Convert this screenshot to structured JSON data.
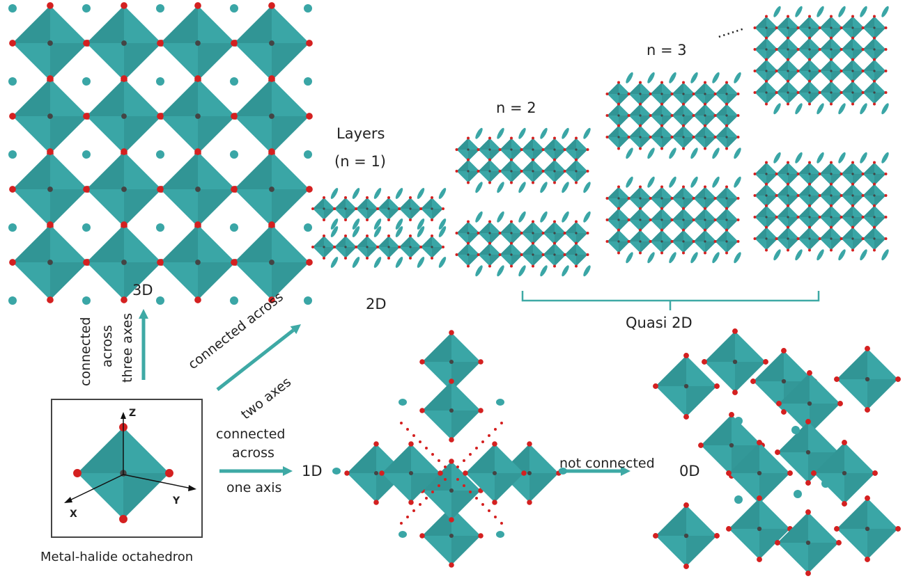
{
  "labels": {
    "three_d": "3D",
    "layers": "Layers",
    "n1": "(n = 1)",
    "two_d": "2D",
    "n2": "n = 2",
    "n3": "n = 3",
    "ellipsis": "......",
    "quasi_2d": "Quasi   2D",
    "three_axes_1": "connected",
    "three_axes_2": "across",
    "three_axes_3": "three axes",
    "two_axes_1": "connected across",
    "two_axes_2": "two axes",
    "one_axis_1": "connected",
    "one_axis_2": "across",
    "one_axis_3": "one axis",
    "one_d": "1D",
    "not_connected": "not connected",
    "zero_d": "0D",
    "axis_z": "Z",
    "axis_x": "X",
    "axis_y": "Y",
    "octahedron_caption": "Metal-halide octahedron"
  },
  "colors": {
    "teal": "#3aa6a6",
    "teal_dark": "#2b8a8a",
    "halide": "#d42020",
    "arrow": "#3ea9a5"
  }
}
